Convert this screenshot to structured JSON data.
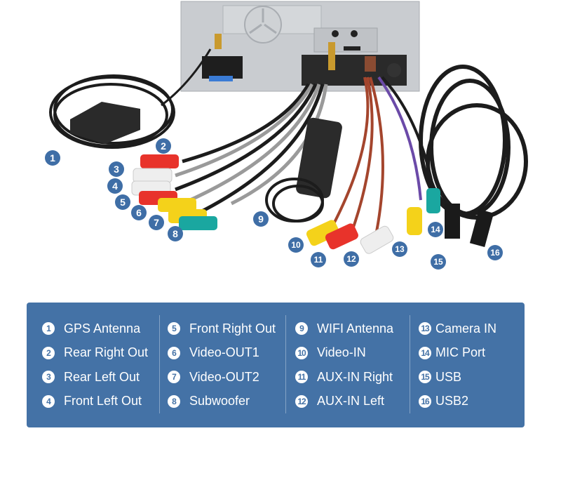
{
  "photo": {
    "subject": "car stereo head unit rear panel with wiring harness",
    "markers": [
      "1",
      "2",
      "3",
      "4",
      "5",
      "6",
      "7",
      "8",
      "9",
      "10",
      "11",
      "12",
      "13",
      "14",
      "15",
      "16"
    ],
    "colors": {
      "marker_fill": "#3f6ea6",
      "chassis": "#c9ccd0",
      "cable_black": "#1c1c1c",
      "rca_red": "#e8332b",
      "rca_white": "#eeeeee",
      "rca_yellow": "#f4d21a",
      "rca_teal": "#1aa7a0",
      "wire_brown": "#a4452d",
      "wire_purple": "#6b4aa8"
    }
  },
  "legend": {
    "background": "#4472a6",
    "columns": [
      [
        {
          "num": "1",
          "label": "GPS Antenna"
        },
        {
          "num": "2",
          "label": "Rear Right Out"
        },
        {
          "num": "3",
          "label": "Rear Left Out"
        },
        {
          "num": "4",
          "label": "Front Left Out"
        }
      ],
      [
        {
          "num": "5",
          "label": "Front Right Out"
        },
        {
          "num": "6",
          "label": "Video-OUT1"
        },
        {
          "num": "7",
          "label": "Video-OUT2"
        },
        {
          "num": "8",
          "label": "Subwoofer"
        }
      ],
      [
        {
          "num": "9",
          "label": "WIFI Antenna"
        },
        {
          "num": "10",
          "label": "Video-IN"
        },
        {
          "num": "11",
          "label": "AUX-IN Right"
        },
        {
          "num": "12",
          "label": "AUX-IN Left"
        }
      ],
      [
        {
          "num": "13",
          "label": "Camera IN"
        },
        {
          "num": "14",
          "label": "MIC Port"
        },
        {
          "num": "15",
          "label": "USB"
        },
        {
          "num": "16",
          "label": "USB2"
        }
      ]
    ]
  }
}
